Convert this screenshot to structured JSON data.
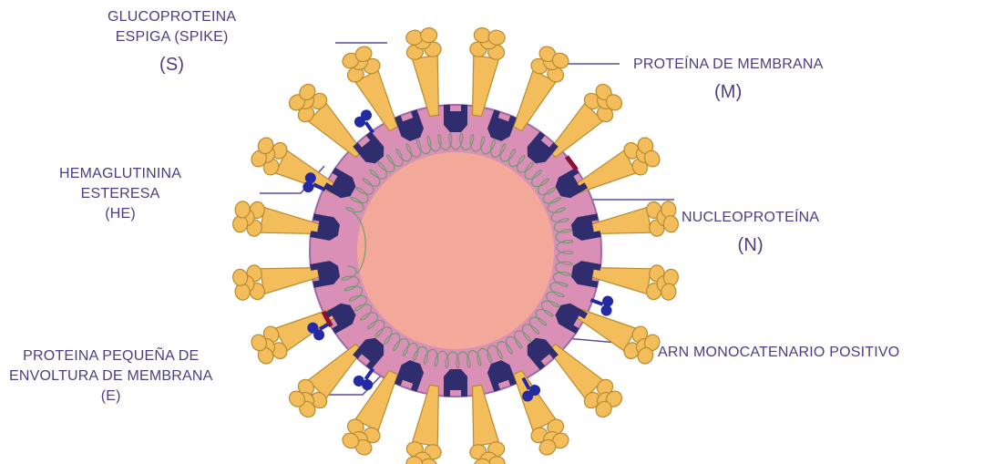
{
  "labels": {
    "spike": {
      "line1": "GLUCOPROTEINA",
      "line2": "ESPIGA (SPIKE)",
      "abbr": "(S)"
    },
    "membrane": {
      "line1": "PROTEÍNA DE MEMBRANA",
      "abbr": "(M)"
    },
    "he": {
      "line1": "HEMAGLUTININA",
      "line2": "ESTERESA",
      "abbr": "(HE)"
    },
    "nucleo": {
      "line1": "NUCLEOPROTEÍNA",
      "abbr": "(N)"
    },
    "rna": {
      "line1": "ARN MONOCATENARIO POSITIVO"
    },
    "envelope": {
      "line1": "PROTEINA PEQUEÑA DE",
      "line2": "ENVOLTURA DE MEMBRANA",
      "abbr": "(E)"
    }
  },
  "colors": {
    "label_text": "#4b3e82",
    "leader_line": "#5b4f96",
    "spike": "#f3bd5c",
    "spike_outline": "#b98a2f",
    "membrane_protein": "#2f2d6e",
    "hemagglutinin": "#232aa3",
    "envelope_protein": "#8a1038",
    "envelope_ring": "#d98fb6",
    "interior": "#f3a99a",
    "rna": "#6e9a6a"
  }
}
